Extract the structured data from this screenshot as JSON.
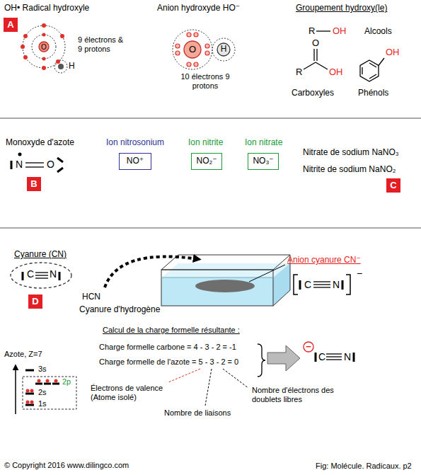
{
  "diagram": {
    "nodes": [
      {
        "text": [
          "A"
        ]
      },
      {
        "text": [
          "O"
        ]
      },
      {
        "text": [
          "O"
        ]
      },
      {
        "text": [
          "H"
        ]
      },
      {
        "text": [
          "B"
        ]
      },
      {
        "text": [
          "NO⁺"
        ]
      },
      {
        "text": [
          "NO₂⁻"
        ]
      },
      {
        "text": [
          "NO₃⁻"
        ]
      },
      {
        "text": [
          "C"
        ]
      },
      {
        "text": [
          "C",
          "N"
        ]
      },
      {
        "text": [
          "D"
        ]
      },
      {
        "text": [
          "−"
        ]
      }
    ],
    "labels": [
      "OH• Radical hydroxyle",
      "H",
      "9 électrons & 9 protons",
      "Anion hydroxyde HO⁻",
      "10 électrons 9 protons",
      "Groupement hydroxy(le)",
      "R",
      "OH",
      "Alcools",
      "O",
      "R",
      "OH",
      "Carboxyles",
      "OH",
      "Phénols",
      "Monoxyde d'azote",
      "N",
      "O",
      "Ion nitrosonium",
      "Ion nitrite",
      "Ion nitrate",
      "Nitrate de sodium NaNO₃",
      "Nitrite de sodium NaNO₂",
      "Cyanure (CN)",
      "HCN",
      "Cyanure d'hydrogène",
      "Anion cyanure CN⁻",
      "C",
      "N",
      "−",
      "Calcul de la charge formelle résultante :",
      "Charge formelle carbone = 4 - 3 - 2 = -1",
      "Charge formelle de l'azote = 5 - 3 - 2 = 0",
      "C",
      "N",
      "Azote, Z=7",
      "3s",
      "2p",
      "2s",
      "1s",
      "Électrons de valence (Atome isolé)",
      "Nombre de liaisons",
      "Nombre d'électrons des doublets libres",
      "© Copyright 2016 www.dilingco.com",
      "Fig:  Molécule. Radicaux. p2"
    ]
  }
}
